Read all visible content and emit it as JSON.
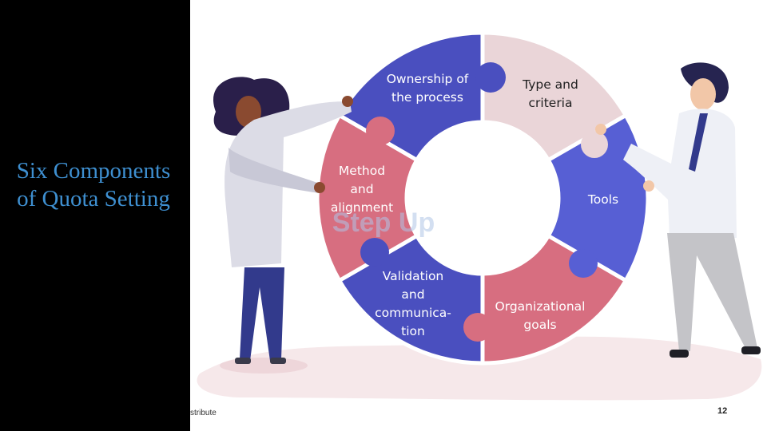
{
  "slide": {
    "title": "Six Components of Quota Setting",
    "footer_text": "stribute",
    "page_number": "12",
    "watermark": "Step Up"
  },
  "puzzle": {
    "segments": [
      {
        "label_lines": [
          "Ownership of",
          "the process"
        ],
        "color": "#4a4fbf"
      },
      {
        "label_lines": [
          "Type and",
          "criteria"
        ],
        "color": "#ead5d8"
      },
      {
        "label_lines": [
          "Tools"
        ],
        "color": "#575fd4"
      },
      {
        "label_lines": [
          "Organizational",
          "goals"
        ],
        "color": "#d76e80"
      },
      {
        "label_lines": [
          "Validation",
          "and",
          "communica-",
          "tion"
        ],
        "color": "#4a4fbf"
      },
      {
        "label_lines": [
          "Method",
          "and",
          "alignment"
        ],
        "color": "#d76e80"
      }
    ]
  },
  "colors": {
    "title": "#3e8fd0",
    "left_panel": "#000000",
    "figure_navy": "#323a8c",
    "coat": "#dcdce6",
    "floor": "#f6e8ea"
  }
}
